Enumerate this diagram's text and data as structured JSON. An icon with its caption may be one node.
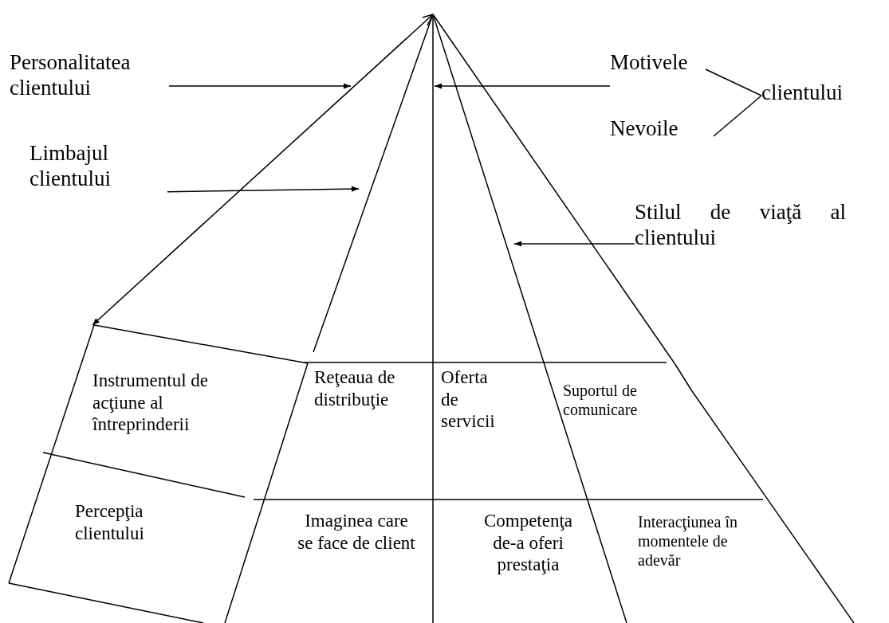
{
  "diagram": {
    "nodes": [
      {
        "text": [
          "Personalitatea clientului"
        ]
      },
      {
        "text": [
          "Limbajul clientului"
        ]
      },
      {
        "text": [
          "Motivele"
        ]
      },
      {
        "text": [
          "Nevoile"
        ]
      },
      {
        "text": [
          "clientului"
        ]
      },
      {
        "text": [
          "Stilul de viaţă al clientului"
        ]
      },
      {
        "text": [
          "Instrumentul de acţiune al întreprinderii"
        ]
      },
      {
        "text": [
          "Reţeaua de distribuţie"
        ]
      },
      {
        "text": [
          "Oferta de servicii"
        ]
      },
      {
        "text": [
          "Suportul de comunicare"
        ]
      },
      {
        "text": [
          "Percepţia clientului"
        ]
      },
      {
        "text": [
          "Imaginea care se face de client"
        ]
      },
      {
        "text": [
          "Competenţa de-a oferi prestaţia"
        ]
      },
      {
        "text": [
          "Interacţiunea în momentele de adevăr"
        ]
      }
    ],
    "edges": [
      {
        "from": 0,
        "to": null,
        "arrow": "to"
      },
      {
        "from": 1,
        "to": null,
        "arrow": "to"
      },
      {
        "from": 2,
        "to": 4,
        "arrow": "none"
      },
      {
        "from": 3,
        "to": 4,
        "arrow": "none"
      },
      {
        "from": 2,
        "to": null,
        "arrow": "to"
      },
      {
        "from": 5,
        "to": null,
        "arrow": "to"
      },
      {
        "from": null,
        "to": 6,
        "arrow": "to"
      }
    ]
  }
}
